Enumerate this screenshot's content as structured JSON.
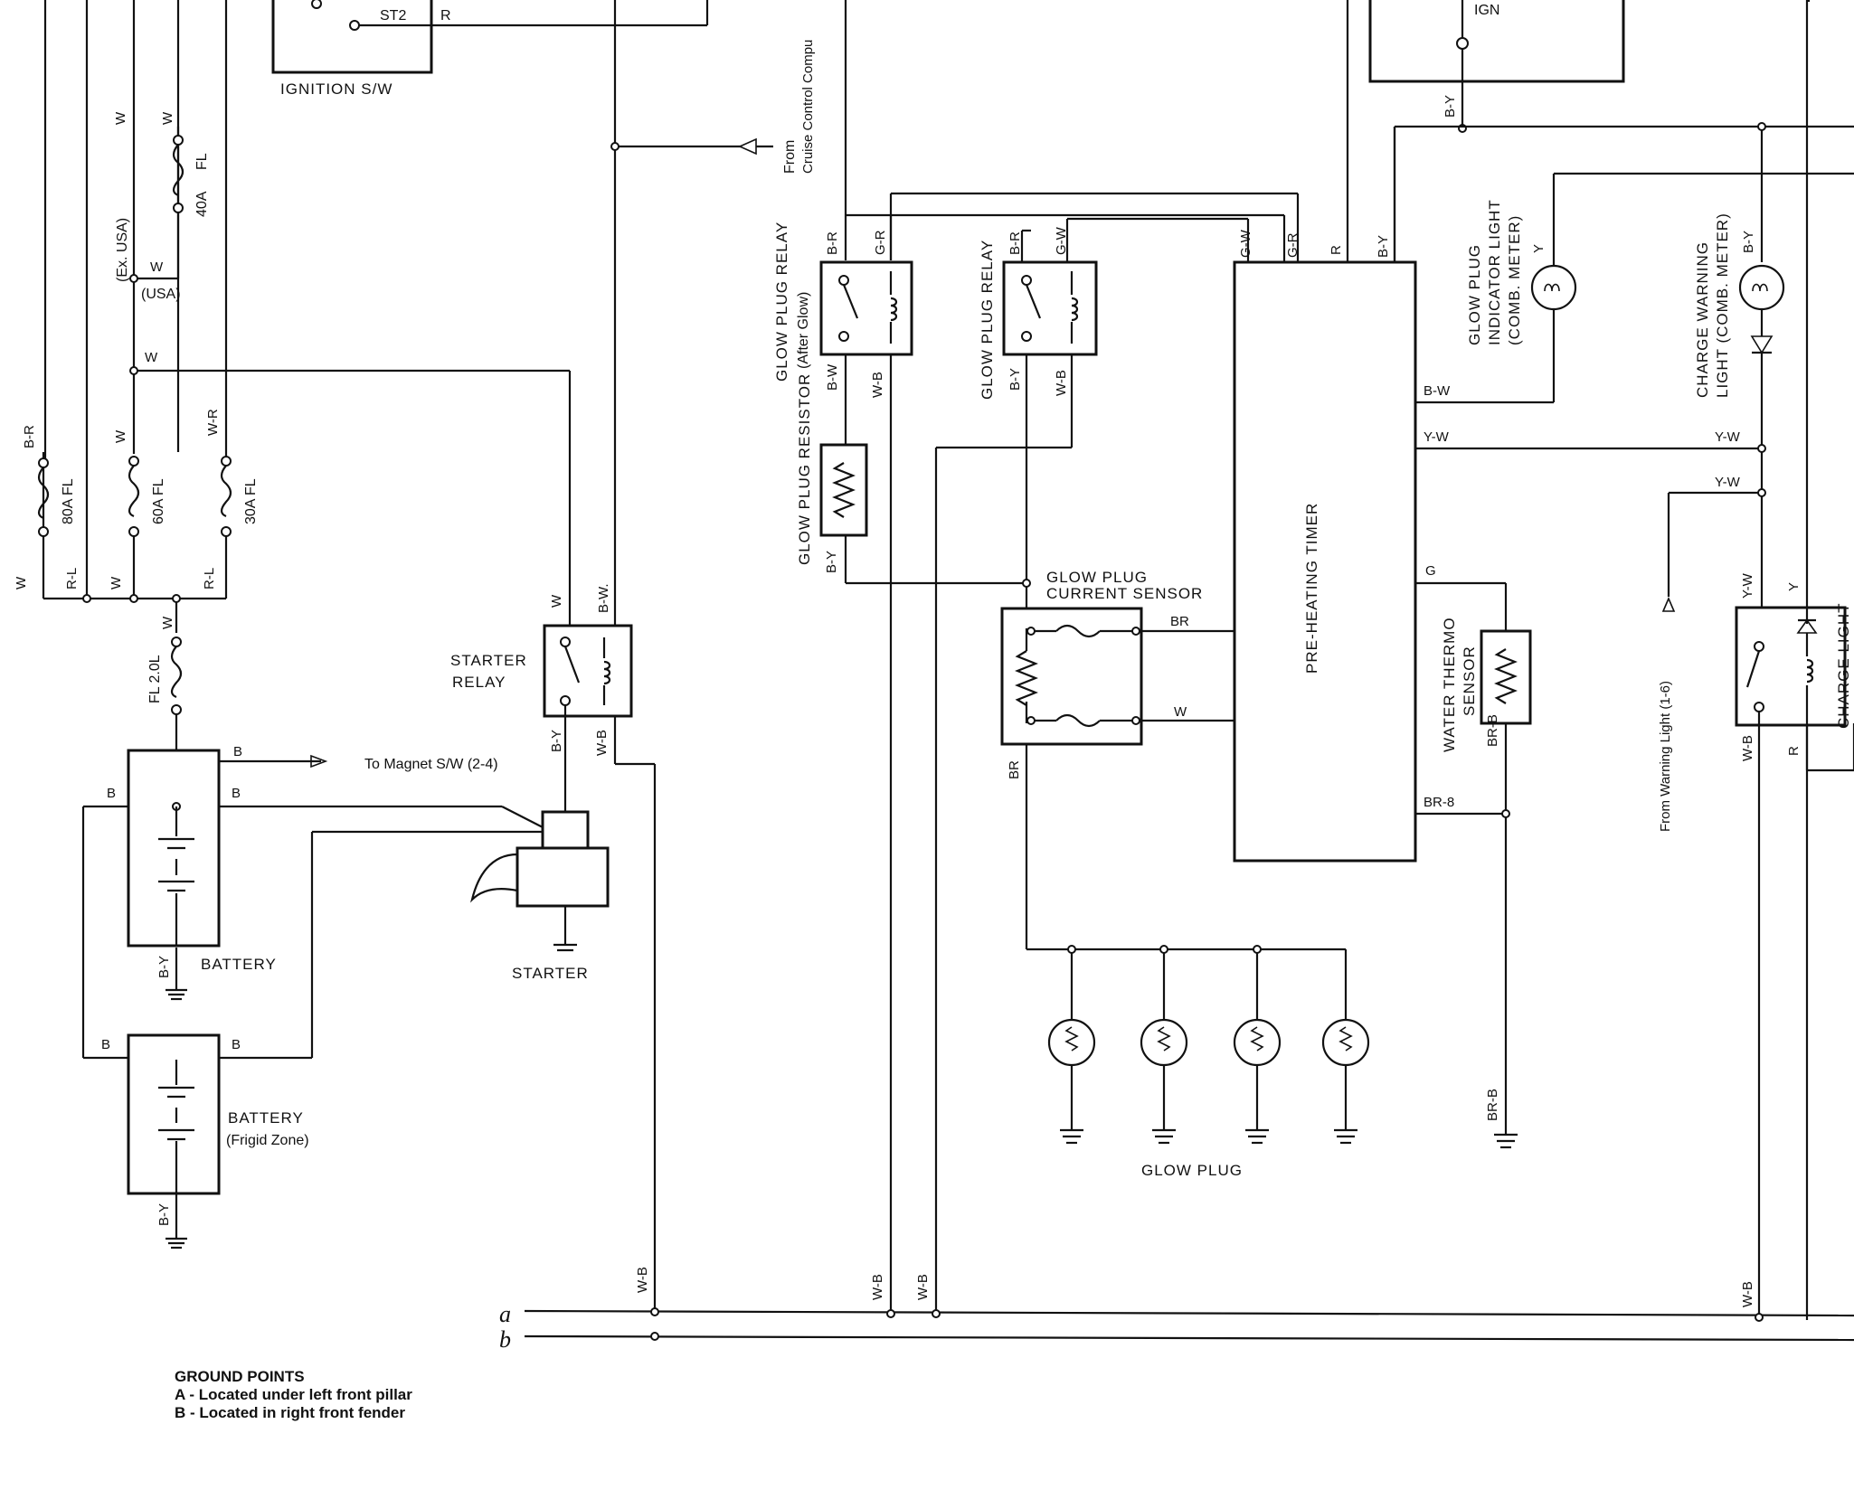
{
  "components": {
    "ignition_sw": "IGNITION S/W",
    "st2": "ST2",
    "ign": "IGN",
    "starter_relay_1": "STARTER",
    "starter_relay_2": "RELAY",
    "starter": "STARTER",
    "battery": "BATTERY",
    "battery_frigid_1": "BATTERY",
    "battery_frigid_2": "(Frigid Zone)",
    "to_magnet": "To Magnet S/W (2-4)",
    "from_cruise_1": "From",
    "from_cruise_2": "Cruise Control Compu",
    "gp_relay_after_1": "GLOW PLUG RELAY",
    "gp_relay_after_2": "(After Glow)",
    "gp_relay": "GLOW PLUG RELAY",
    "gp_resistor": "GLOW PLUG RESISTOR",
    "gp_sensor_1": "GLOW PLUG",
    "gp_sensor_2": "CURRENT SENSOR",
    "timer": "PRE-HEATING TIMER",
    "gp_indicator_1": "GLOW PLUG",
    "gp_indicator_2": "INDICATOR LIGHT",
    "gp_indicator_3": "(COMB. METER)",
    "charge_warning_1": "CHARGE WARNING",
    "charge_warning_2": "LIGHT (COMB. METER)",
    "water_thermo_1": "WATER THERMO",
    "water_thermo_2": "SENSOR",
    "charge_light": "CHARGE LIGHT",
    "from_warning": "From Warning Light (1-6)",
    "glow_plug": "GLOW PLUG"
  },
  "fuses": {
    "fl40": "FL",
    "fl40_amp": "40A",
    "ex_usa": "(Ex. USA)",
    "usa": "(USA)",
    "fl80": "80A FL",
    "fl60": "60A FL",
    "fl30": "30A FL",
    "fl20": "FL 2.0L"
  },
  "wires": {
    "W": "W",
    "R": "R",
    "B": "B",
    "BR": "B-R",
    "BY": "B-Y",
    "BW": "B-W",
    "BWdot": "B-W.",
    "WB": "W-B",
    "WR": "W-R",
    "RL": "R-L",
    "GR": "G-R",
    "GW": "G-W",
    "BRs": "BR",
    "YW": "Y-W",
    "Y": "Y",
    "G": "G",
    "BRB": "BR-B",
    "BR8": "BR-8"
  },
  "ground_bus": {
    "a": "a",
    "b": "b"
  },
  "legend": {
    "title": "GROUND POINTS",
    "a": "A - Located under left front pillar",
    "b": "B - Located in right front fender"
  }
}
